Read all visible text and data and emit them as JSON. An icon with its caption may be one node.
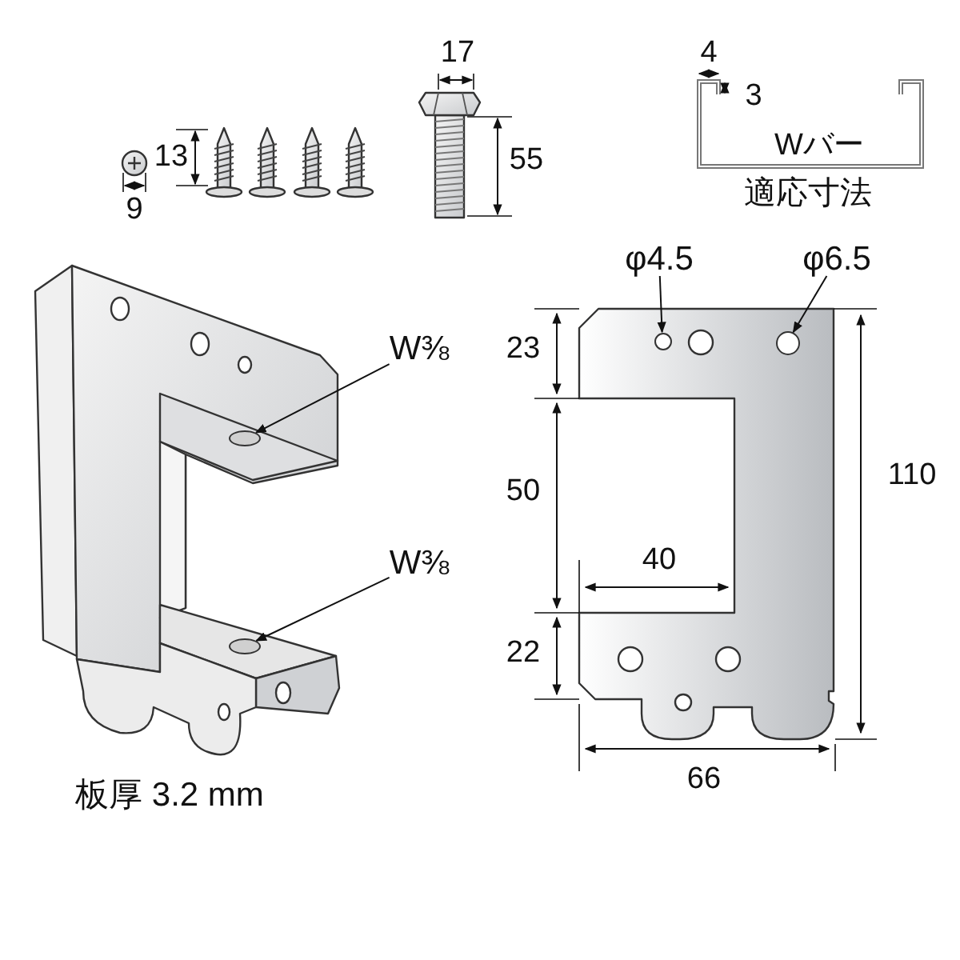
{
  "diagram": {
    "nodes": [
      {
        "text": [
          "φ4.5"
        ]
      },
      {
        "text": [],
        "shape": "circle"
      },
      {
        "text": [
          "φ6.5"
        ]
      },
      {
        "text": [],
        "shape": "circle"
      },
      {
        "text": [
          "W⅜"
        ]
      },
      {
        "text": [],
        "shape": "circle"
      },
      {
        "text": [
          "W⅜"
        ]
      },
      {
        "text": [],
        "shape": "circle"
      }
    ],
    "edges": [
      {
        "from": 0,
        "to": 1,
        "arrow": "to"
      },
      {
        "from": 2,
        "to": 3,
        "arrow": "to"
      },
      {
        "from": 4,
        "to": 5,
        "arrow": "to"
      },
      {
        "from": 6,
        "to": 7,
        "arrow": "to"
      }
    ],
    "labels": [
      "17",
      "4",
      "3",
      "13",
      "55",
      "9",
      "Wバー",
      "適応寸法",
      "23",
      "50",
      "40",
      "22",
      "110",
      "66",
      "板厚 3.2 mm"
    ]
  }
}
